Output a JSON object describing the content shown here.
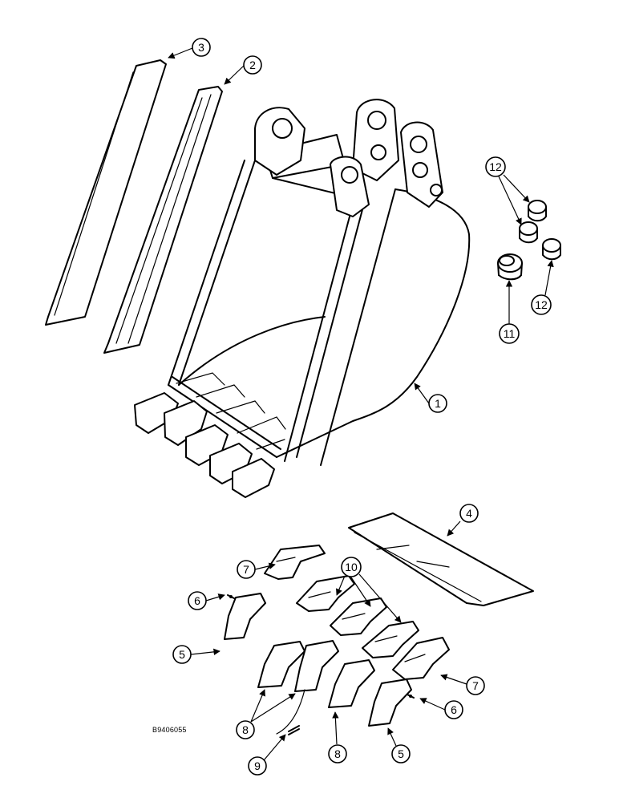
{
  "figure_id": "B9406055",
  "callouts": {
    "c1": "1",
    "c2": "2",
    "c3": "3",
    "c4": "4",
    "c5a": "5",
    "c5b": "5",
    "c6a": "6",
    "c6b": "6",
    "c7a": "7",
    "c7b": "7",
    "c8a": "8",
    "c8b": "8",
    "c9": "9",
    "c10": "10",
    "c11": "11",
    "c12a": "12",
    "c12b": "12"
  }
}
